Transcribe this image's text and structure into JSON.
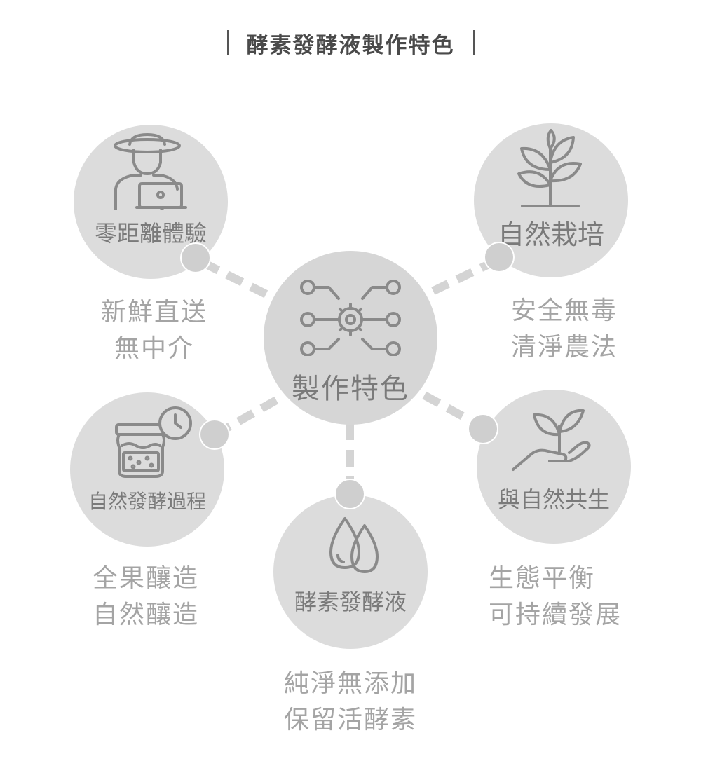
{
  "title": "酵素發酵液製作特色",
  "center": {
    "label": "製作特色",
    "icon": "gear-network-icon"
  },
  "nodes": {
    "top_left": {
      "label": "零距離體驗",
      "icon": "farmer-laptop-icon",
      "desc": [
        "新鮮直送",
        "無中介"
      ]
    },
    "top_right": {
      "label": "自然栽培",
      "icon": "plant-sprout-icon",
      "desc": [
        "安全無毒",
        "清淨農法"
      ]
    },
    "mid_left": {
      "label": "自然發酵過程",
      "icon": "jar-clock-icon",
      "desc": [
        "全果釀造",
        "自然釀造"
      ]
    },
    "mid_right": {
      "label": "與自然共生",
      "icon": "hand-plant-icon",
      "desc": [
        "生態平衡",
        "可持續發展"
      ]
    },
    "bottom": {
      "label": "酵素發酵液",
      "icon": "water-drops-icon",
      "desc": [
        "純淨無添加",
        "保留活酵素"
      ]
    }
  },
  "colors": {
    "circle": "#dcdcdc",
    "dot": "#cfcfcf",
    "line": "#d4d4d4",
    "icon": "#8a8a8a",
    "label": "#7a7a7a",
    "desc": "#a4a4a4",
    "title": "#4a4a4a"
  }
}
